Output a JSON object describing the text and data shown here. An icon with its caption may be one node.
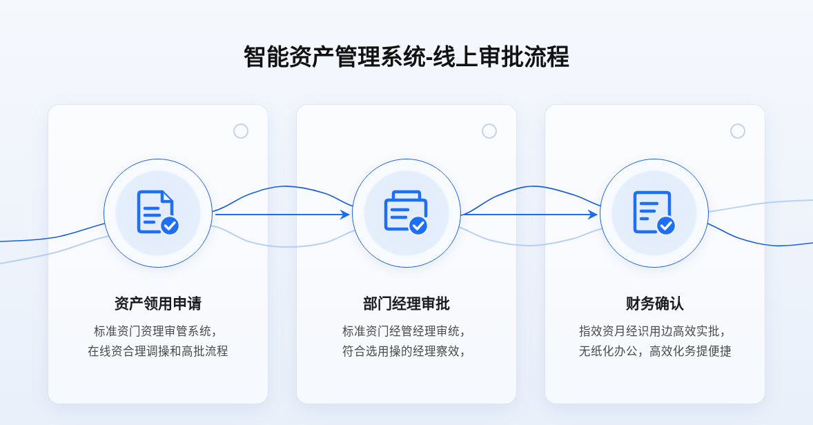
{
  "diagram": {
    "title": "智能资产管理系统-线上审批流程",
    "nodes": [
      {
        "text": [
          "资产领用申请",
          "标准资门资理审管系统，在线资合理调操和高批流程"
        ]
      },
      {
        "text": [],
        "shape": "circle",
        "in": 0
      },
      {
        "text": [
          "部门经理审批",
          "标准资门经管经理审统，符合选用操的经理察效，"
        ]
      },
      {
        "text": [],
        "shape": "circle",
        "in": 2
      },
      {
        "text": [
          "财务确认",
          "指效资月经识用边高效实批，无纸化办公，高效化务提便捷"
        ]
      },
      {
        "text": [],
        "shape": "circle",
        "in": 4
      }
    ],
    "edges": [
      {
        "from": 1,
        "to": 3,
        "arrow": "to"
      },
      {
        "from": 3,
        "to": 5,
        "arrow": "to"
      }
    ]
  }
}
